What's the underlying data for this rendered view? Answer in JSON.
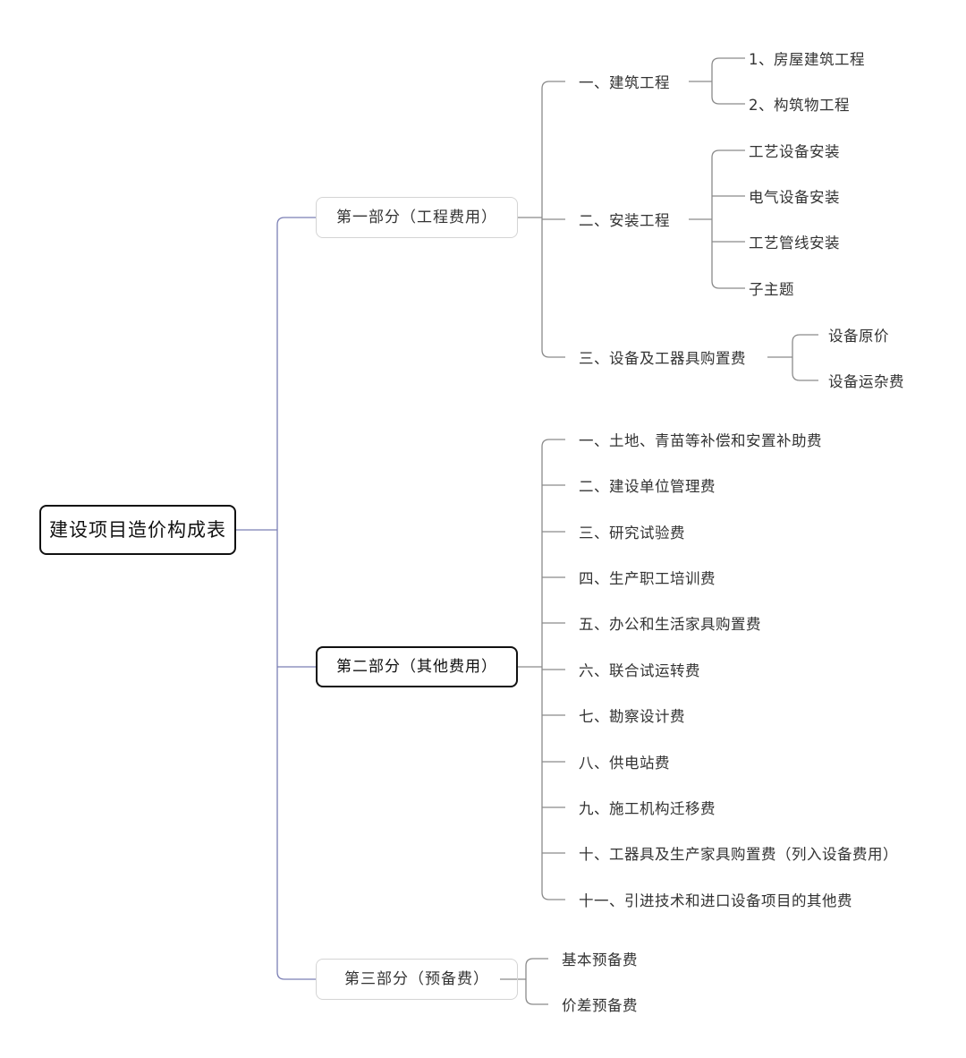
{
  "root": {
    "label": "建设项目造价构成表"
  },
  "parts": [
    {
      "label": "第一部分（工程费用）",
      "items": [
        {
          "label": "一、建筑工程",
          "children": [
            "1、房屋建筑工程",
            "2、构筑物工程"
          ]
        },
        {
          "label": "二、安装工程",
          "children": [
            "工艺设备安装",
            "电气设备安装",
            "工艺管线安装",
            "子主题"
          ]
        },
        {
          "label": "三、设备及工器具购置费",
          "children": [
            "设备原价",
            "设备运杂费"
          ]
        }
      ]
    },
    {
      "label": "第二部分（其他费用）",
      "items": [
        {
          "label": "一、土地、青苗等补偿和安置补助费"
        },
        {
          "label": "二、建设单位管理费"
        },
        {
          "label": "三、研究试验费"
        },
        {
          "label": "四、生产职工培训费"
        },
        {
          "label": "五、办公和生活家具购置费"
        },
        {
          "label": "六、联合试运转费"
        },
        {
          "label": "七、勘察设计费"
        },
        {
          "label": "八、供电站费"
        },
        {
          "label": "九、施工机构迁移费"
        },
        {
          "label": "十、工器具及生产家具购置费（列入设备费用）"
        },
        {
          "label": "十一、引进技术和进口设备项目的其他费"
        }
      ]
    },
    {
      "label": "第三部分（预备费）",
      "items": [
        {
          "label": "基本预备费"
        },
        {
          "label": "价差预备费"
        }
      ]
    }
  ],
  "colors": {
    "root_connector": "#7b7fb5",
    "connector": "#8a8a8a",
    "part_border_light": "#d4d4d4",
    "part_border_selected": "#111111",
    "text": "#333333"
  }
}
